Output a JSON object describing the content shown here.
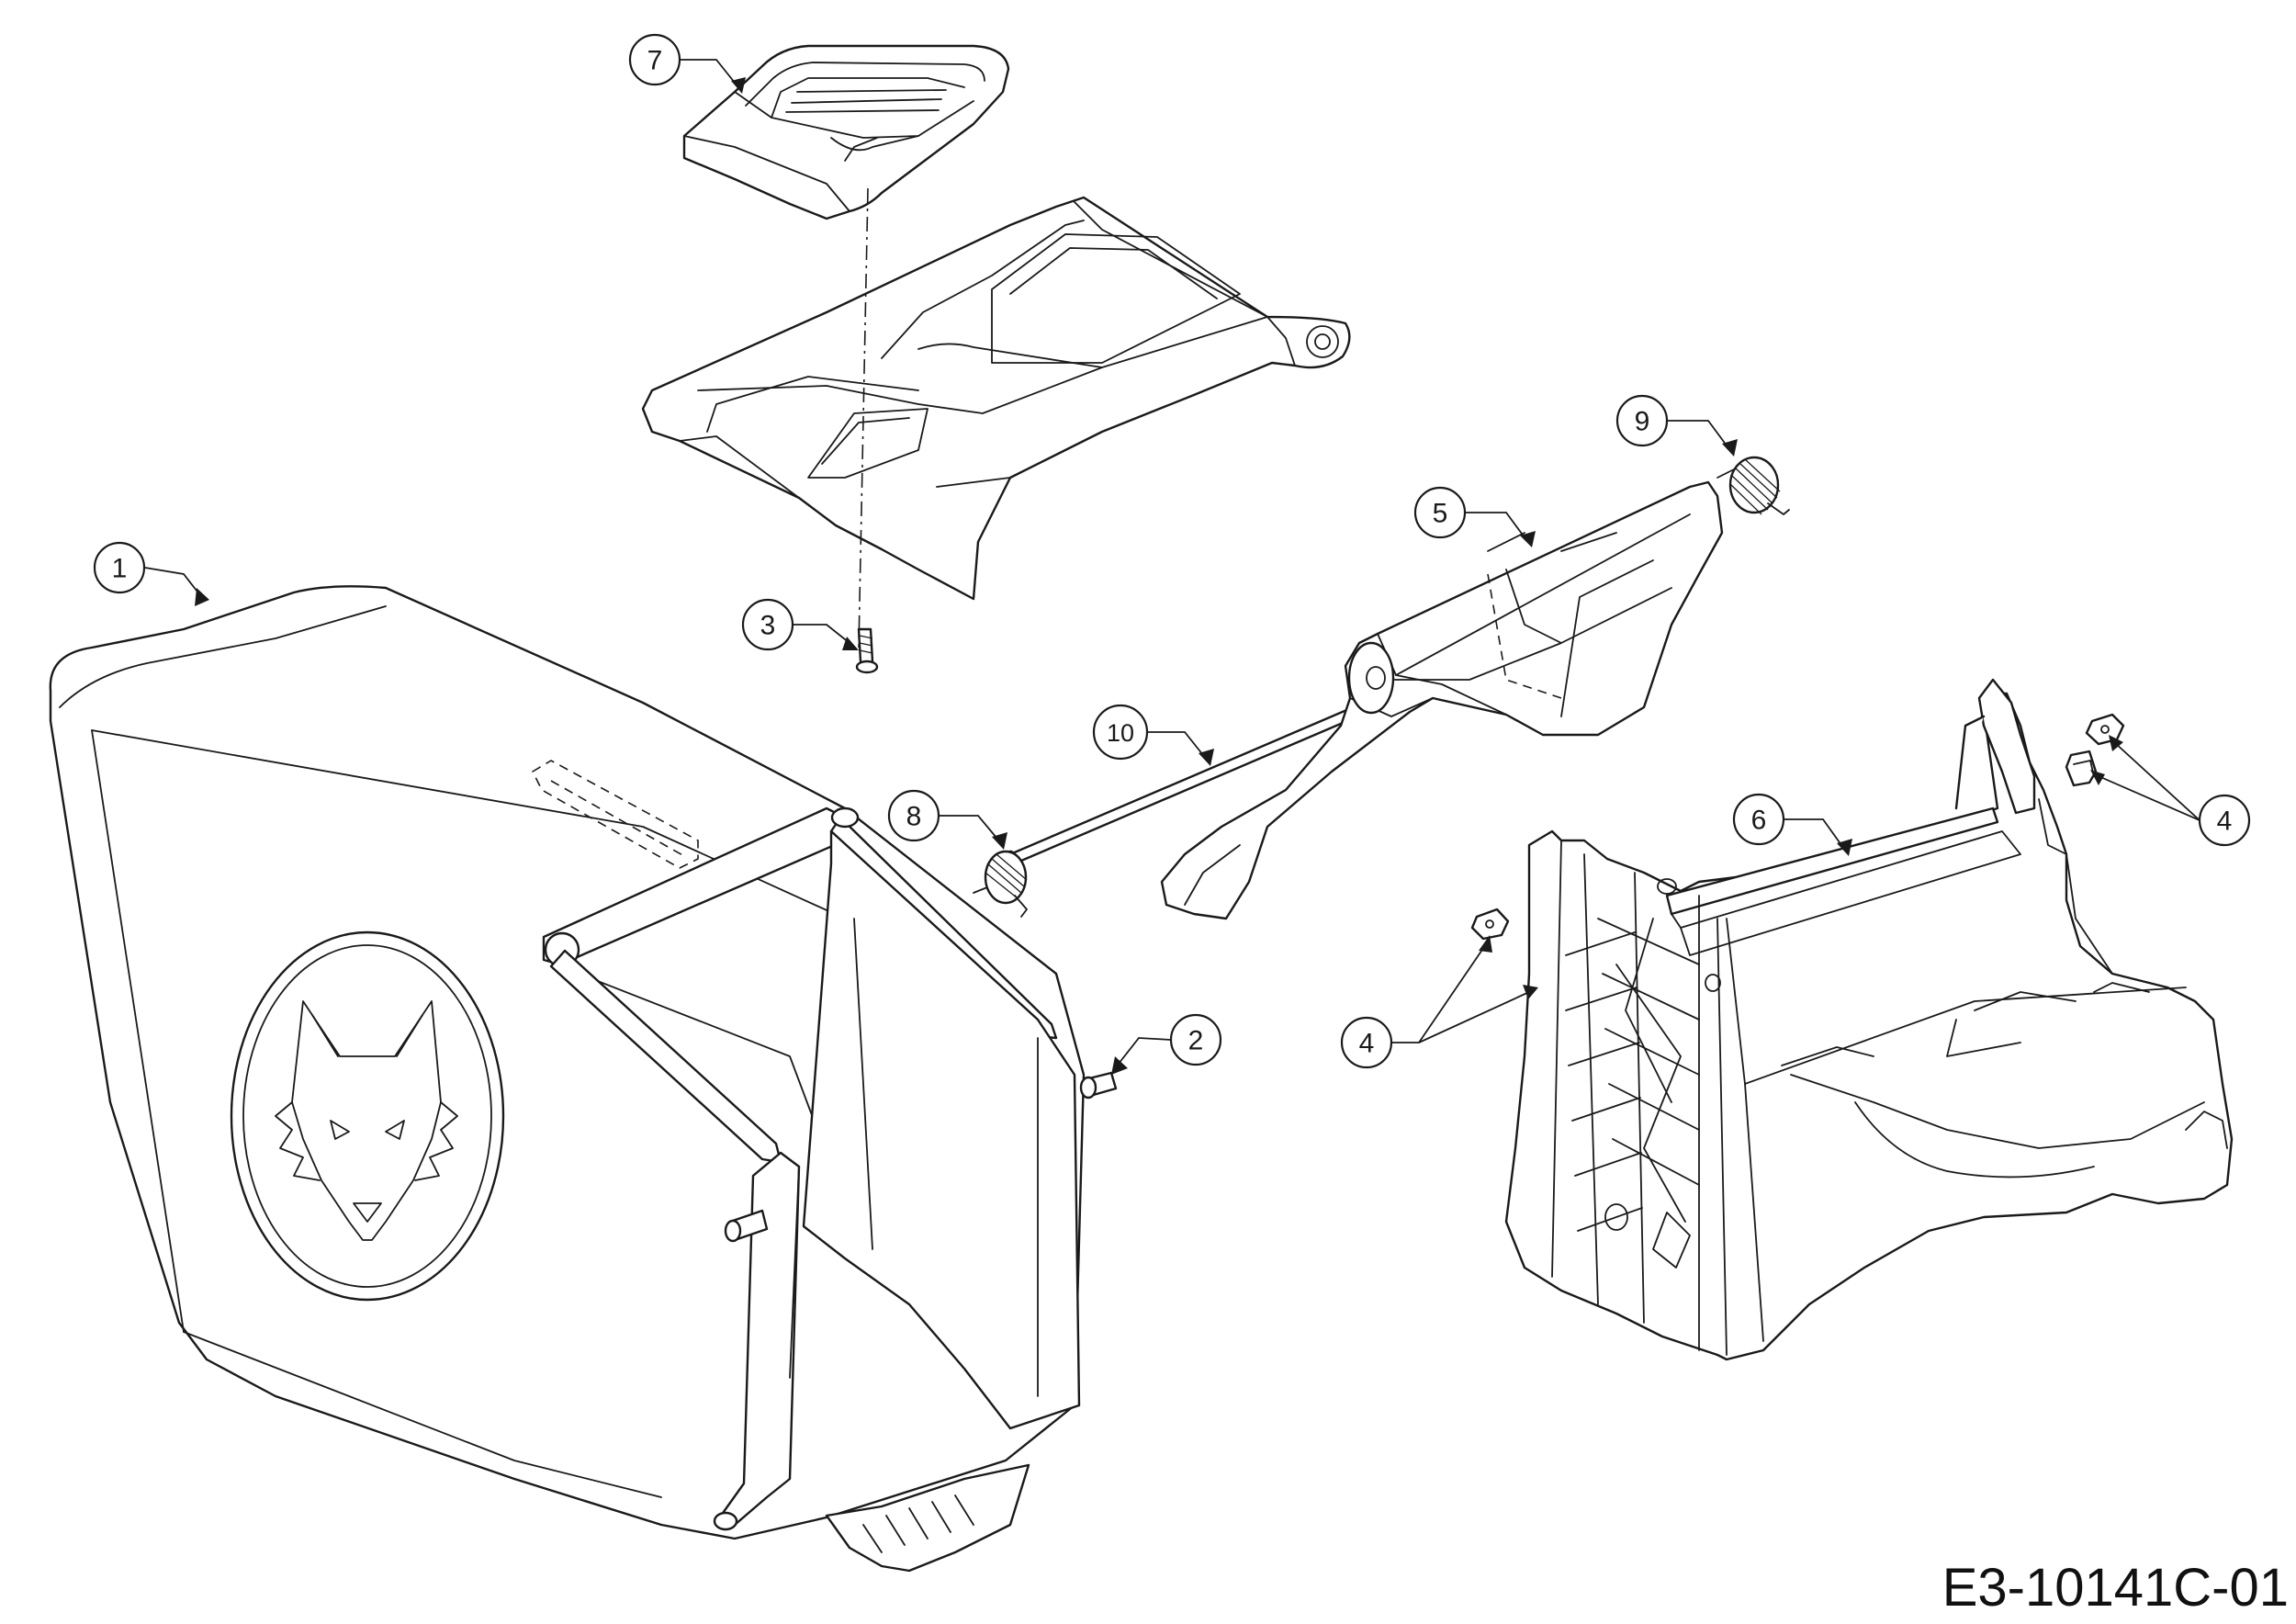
{
  "drawing_id": "E3-10141C-01",
  "callouts": [
    {
      "number": "1"
    },
    {
      "number": "2"
    },
    {
      "number": "3"
    },
    {
      "number": "4"
    },
    {
      "number": "4"
    },
    {
      "number": "5"
    },
    {
      "number": "6"
    },
    {
      "number": "7"
    },
    {
      "number": "8"
    },
    {
      "number": "9"
    },
    {
      "number": "10"
    }
  ]
}
